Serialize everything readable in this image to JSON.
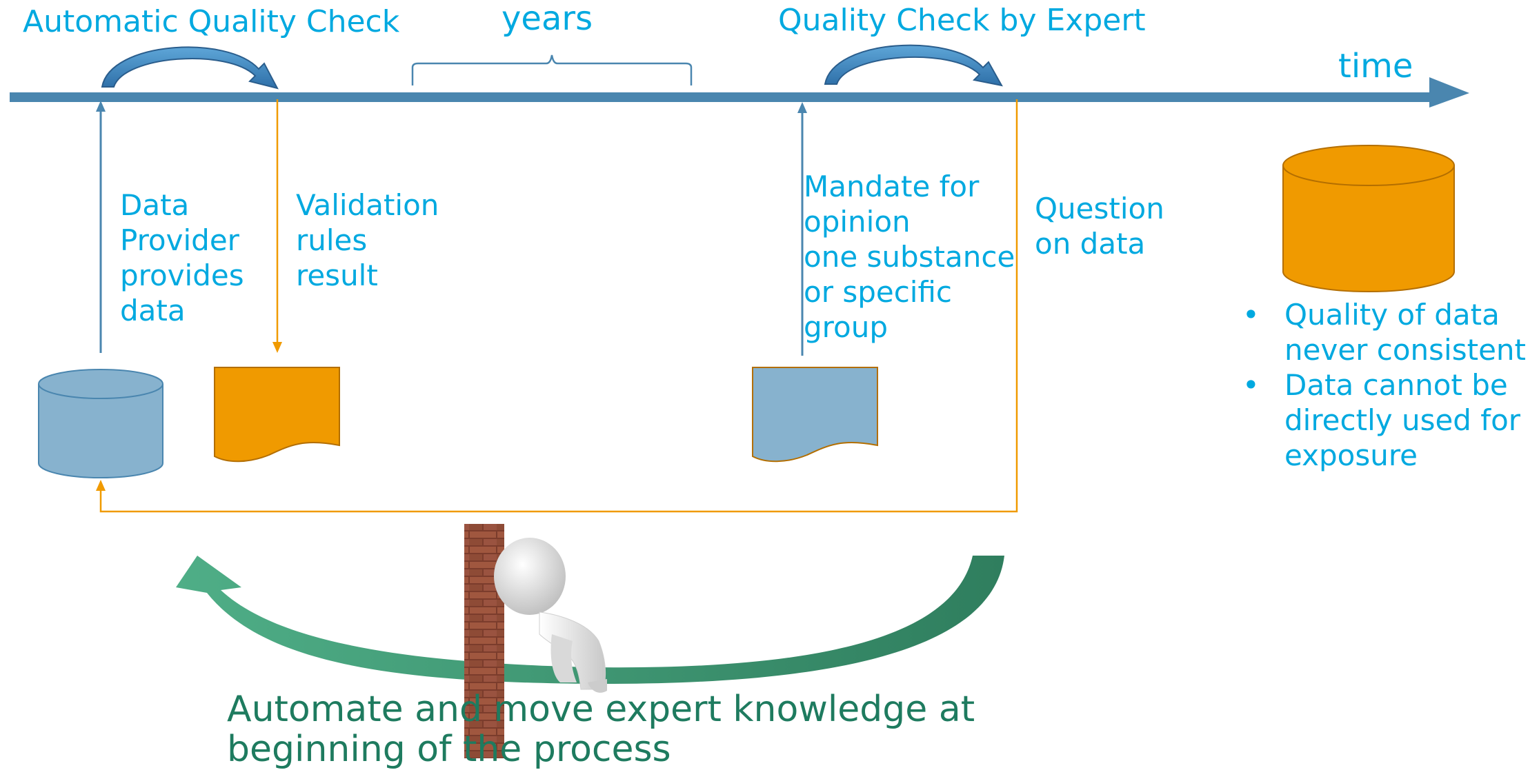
{
  "timeline": {
    "axis_label": "time",
    "duration_label": "years",
    "auto_check_label": "Automatic Quality Check",
    "expert_check_label": "Quality Check by Expert"
  },
  "steps": {
    "data_provider": [
      "Data",
      "Provider",
      "provides",
      "data"
    ],
    "validation": [
      "Validation",
      "rules",
      "result"
    ],
    "mandate": [
      "Mandate for",
      "opinion",
      "one substance",
      "or specific",
      "group"
    ],
    "question": [
      "Question",
      "on data"
    ]
  },
  "outcome_bullets": [
    [
      "Quality of data",
      "never consistent"
    ],
    [
      "Data cannot be",
      "directly used for",
      "exposure"
    ]
  ],
  "conclusion": [
    "Automate and move expert knowledge at",
    "beginning of the process"
  ],
  "colors": {
    "axis": "#4A86AF",
    "text_blue": "#00A9E0",
    "orange": "#F09A00",
    "light_blue_fill": "#87B2CE",
    "green_arrow": "#3D9A77",
    "green_text": "#1E7B5F",
    "brick": "#8B4A38",
    "figure": "#E6E6E6"
  }
}
